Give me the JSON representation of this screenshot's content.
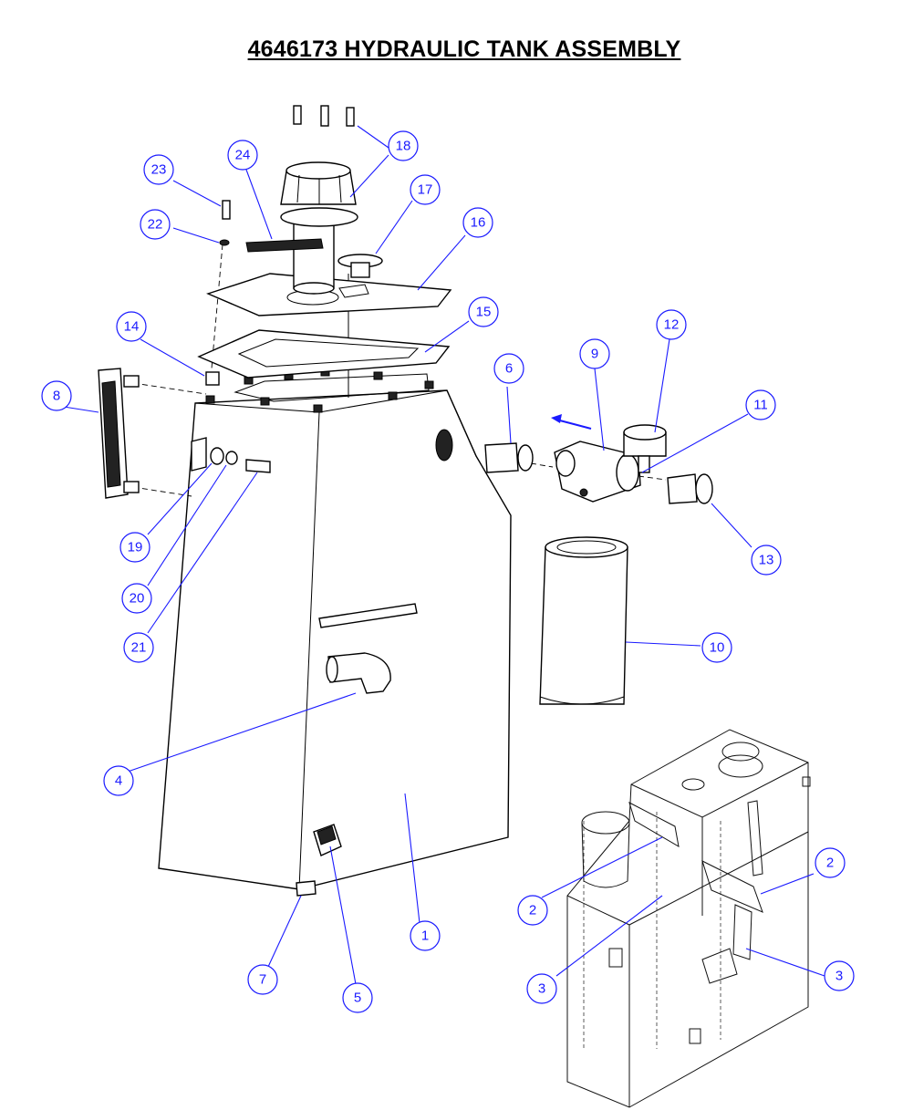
{
  "title": "4646173 HYDRAULIC TANK ASSEMBLY",
  "callouts": [
    {
      "label": "1"
    },
    {
      "label": "2"
    },
    {
      "label": "3"
    },
    {
      "label": "4"
    },
    {
      "label": "5"
    },
    {
      "label": "6"
    },
    {
      "label": "7"
    },
    {
      "label": "8"
    },
    {
      "label": "9"
    },
    {
      "label": "10"
    },
    {
      "label": "11"
    },
    {
      "label": "12"
    },
    {
      "label": "13"
    },
    {
      "label": "14"
    },
    {
      "label": "15"
    },
    {
      "label": "16"
    },
    {
      "label": "17"
    },
    {
      "label": "18"
    },
    {
      "label": "19"
    },
    {
      "label": "20"
    },
    {
      "label": "21"
    },
    {
      "label": "22"
    },
    {
      "label": "23"
    },
    {
      "label": "24"
    },
    {
      "label": "2"
    },
    {
      "label": "3"
    }
  ],
  "colors": {
    "callout": "#1a1aff",
    "line": "#000000",
    "background": "#ffffff"
  }
}
